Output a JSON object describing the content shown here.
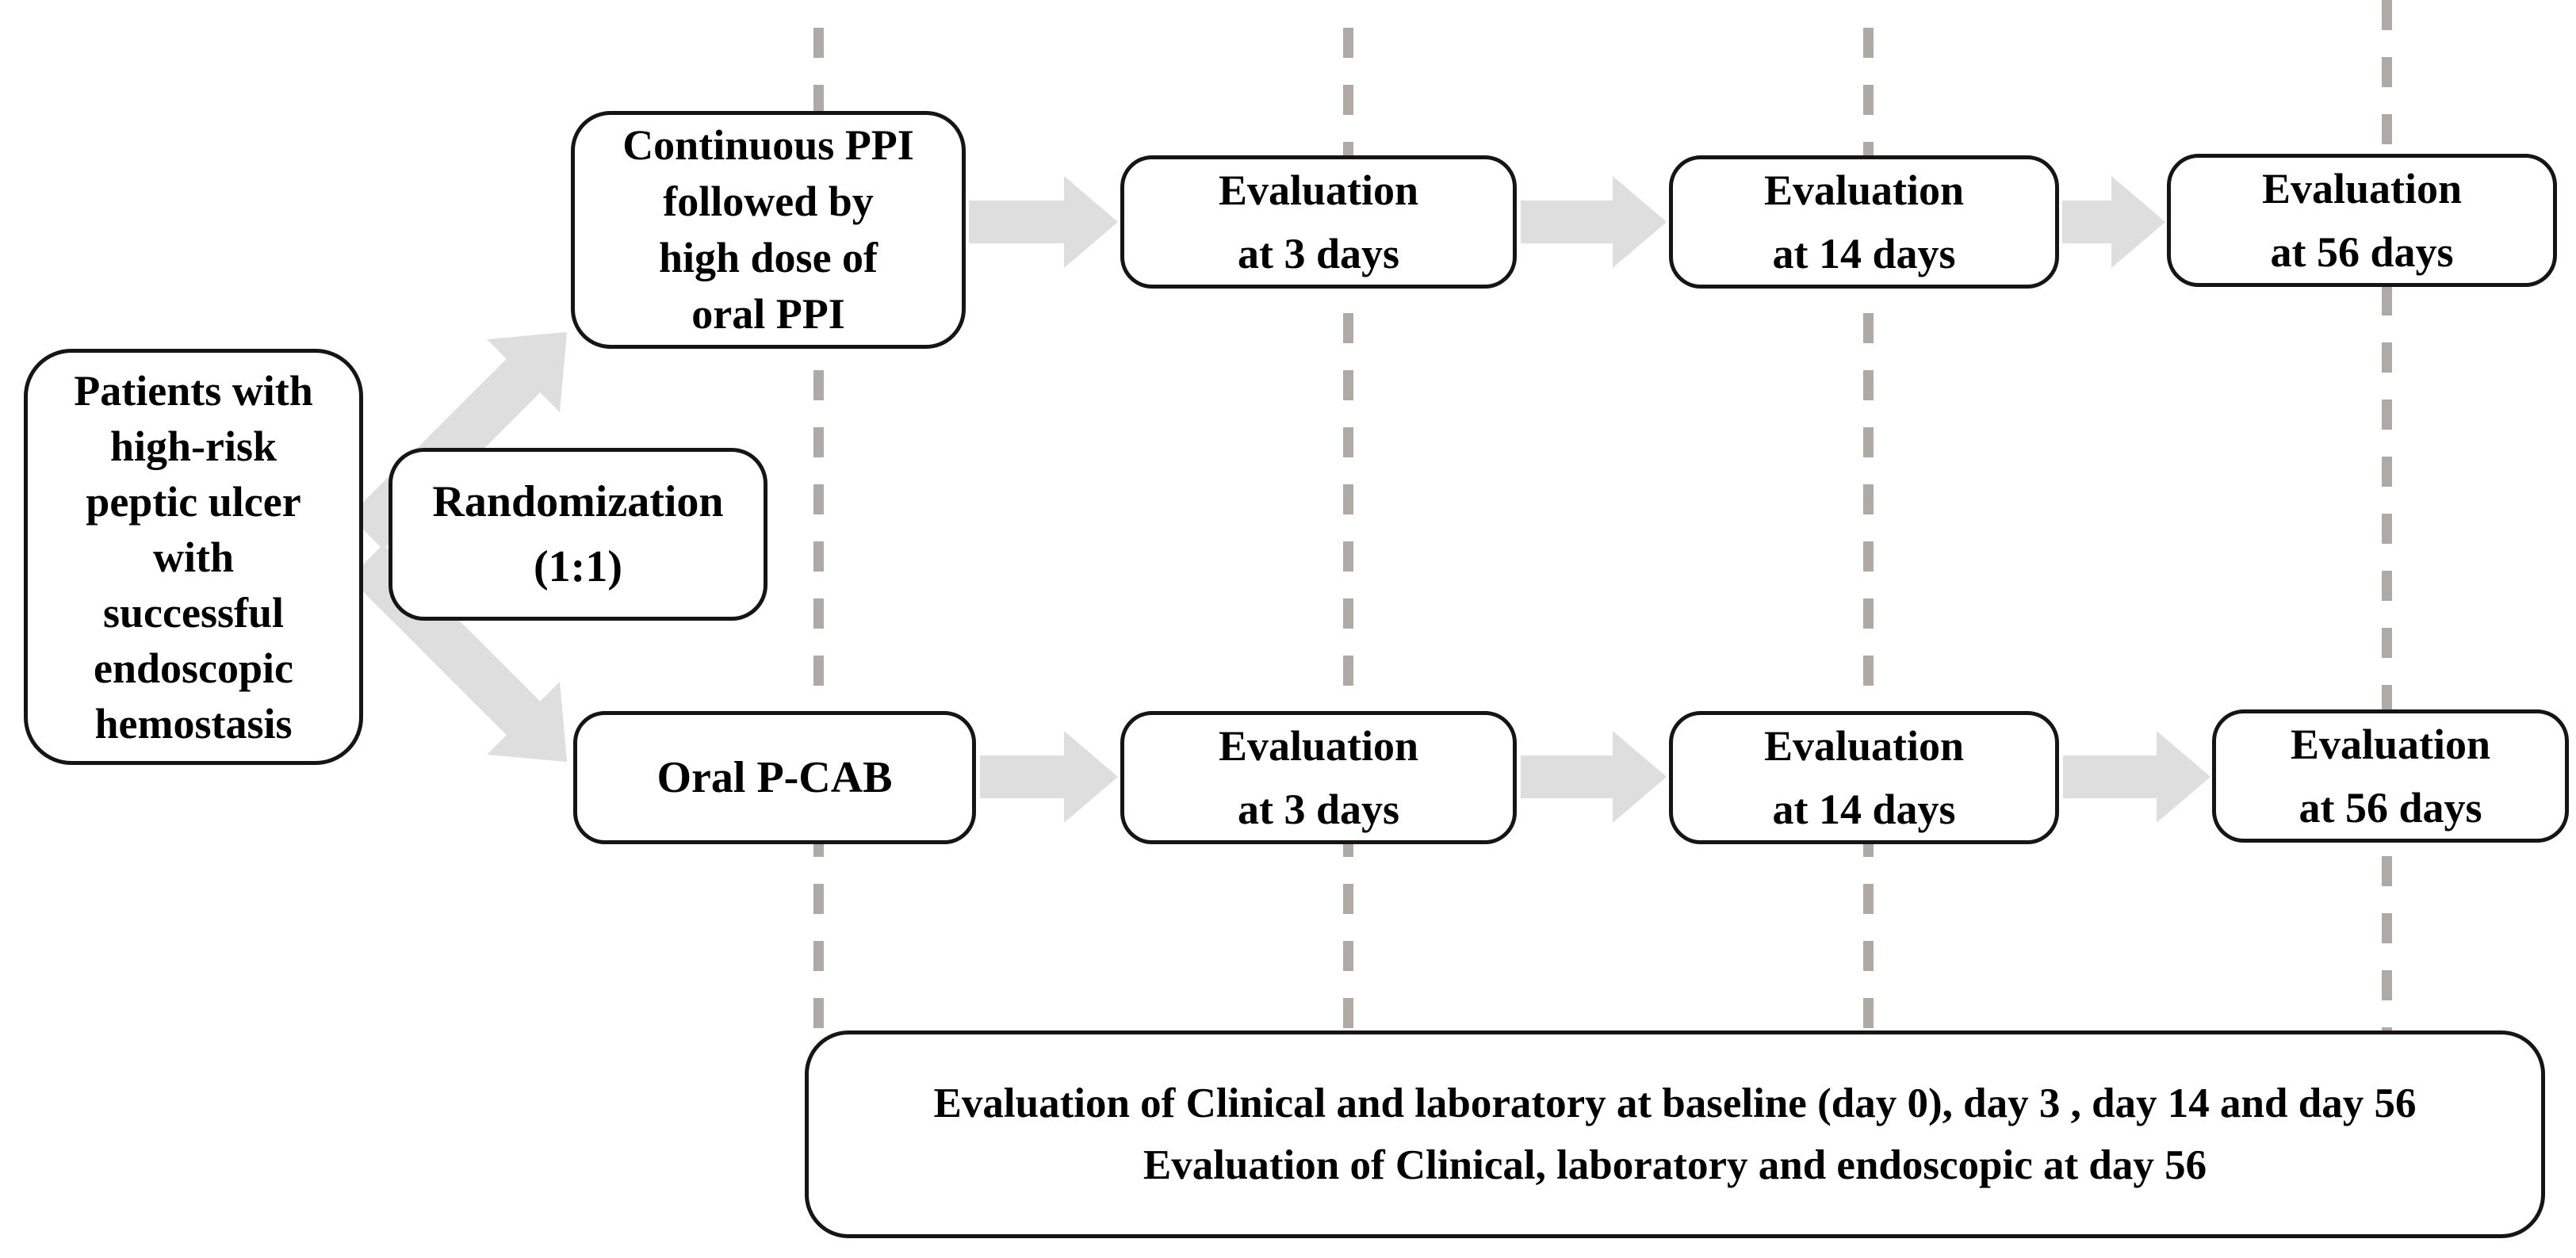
{
  "diagram": {
    "colors": {
      "background": "#ffffff",
      "box_fill": "#ffffff",
      "box_border": "#151515",
      "text": "#000000",
      "arrow": "#dedede",
      "dashed_line": "#b0aaa6"
    },
    "population_box": {
      "lines": [
        "Patients with",
        "high-risk",
        "peptic ulcer",
        "with",
        "successful",
        "endoscopic",
        "hemostasis"
      ]
    },
    "randomization_box": {
      "lines": [
        "Randomization",
        "(1:1)"
      ]
    },
    "arm_ppi": {
      "treatment": {
        "lines": [
          "Continuous PPI",
          "followed by",
          "high dose of",
          "oral PPI"
        ]
      },
      "evaluations": [
        {
          "lines": [
            "Evaluation",
            "at 3 days"
          ]
        },
        {
          "lines": [
            "Evaluation",
            "at 14 days"
          ]
        },
        {
          "lines": [
            "Evaluation",
            "at 56 days"
          ]
        }
      ]
    },
    "arm_pcab": {
      "treatment": {
        "lines": [
          "Oral P-CAB"
        ]
      },
      "evaluations": [
        {
          "lines": [
            "Evaluation",
            "at 3 days"
          ]
        },
        {
          "lines": [
            "Evaluation",
            "at 14 days"
          ]
        },
        {
          "lines": [
            "Evaluation",
            "at 56 days"
          ]
        }
      ]
    },
    "footer_box": {
      "lines": [
        "Evaluation of Clinical and laboratory at baseline (day 0), day 3 , day 14 and day 56",
        "Evaluation of Clinical, laboratory and endoscopic at day 56"
      ]
    }
  }
}
